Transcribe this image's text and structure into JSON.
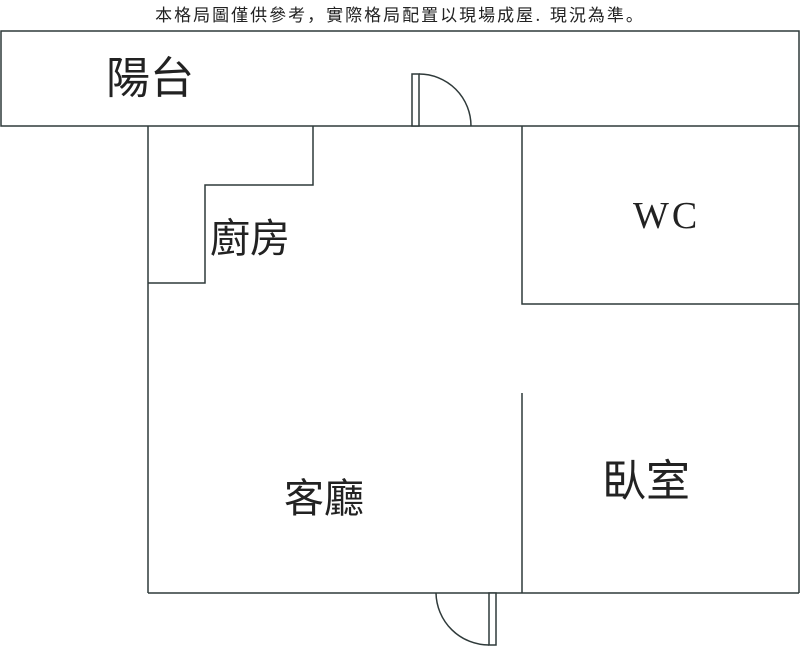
{
  "disclaimer": "本格局圖僅供參考，實際格局配置以現場成屋. 現況為準。",
  "rooms": {
    "balcony": "陽台",
    "kitchen": "廚房",
    "wc": "WC",
    "living_room": "客廳",
    "bedroom": "臥室"
  },
  "colors": {
    "wall": "#2f3a3a",
    "text": "#222222"
  }
}
